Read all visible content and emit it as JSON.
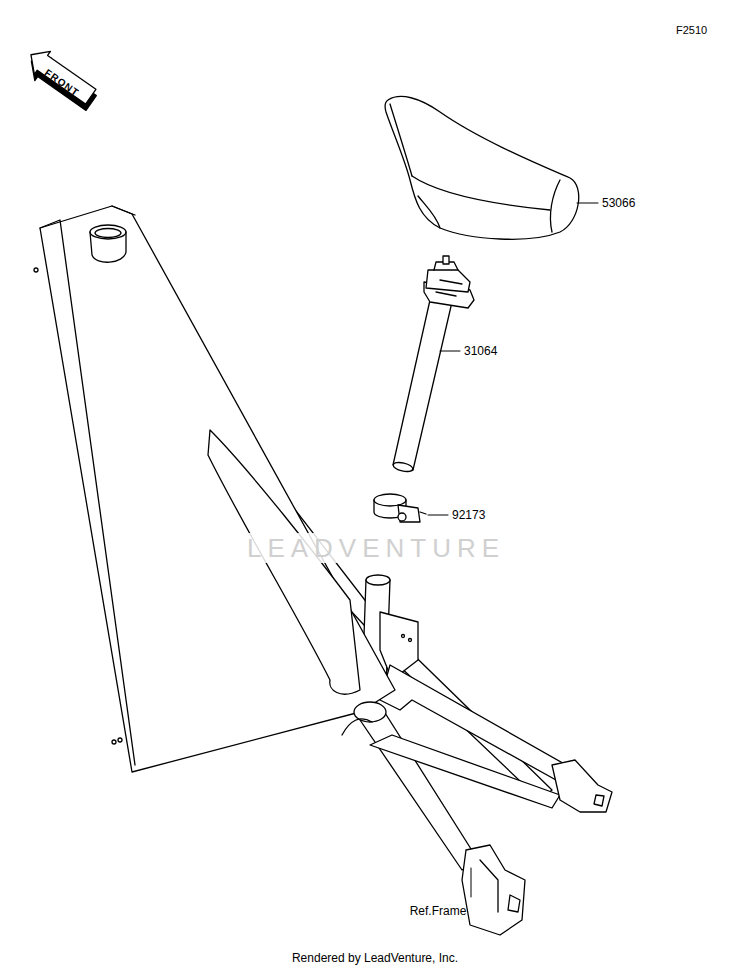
{
  "diagram": {
    "labels": [
      "F2510",
      "FRONT",
      "53066",
      "31064",
      "92173",
      "LEADVENTURE",
      "Ref.Frame",
      "Rendered by LeadVenture, Inc."
    ]
  }
}
